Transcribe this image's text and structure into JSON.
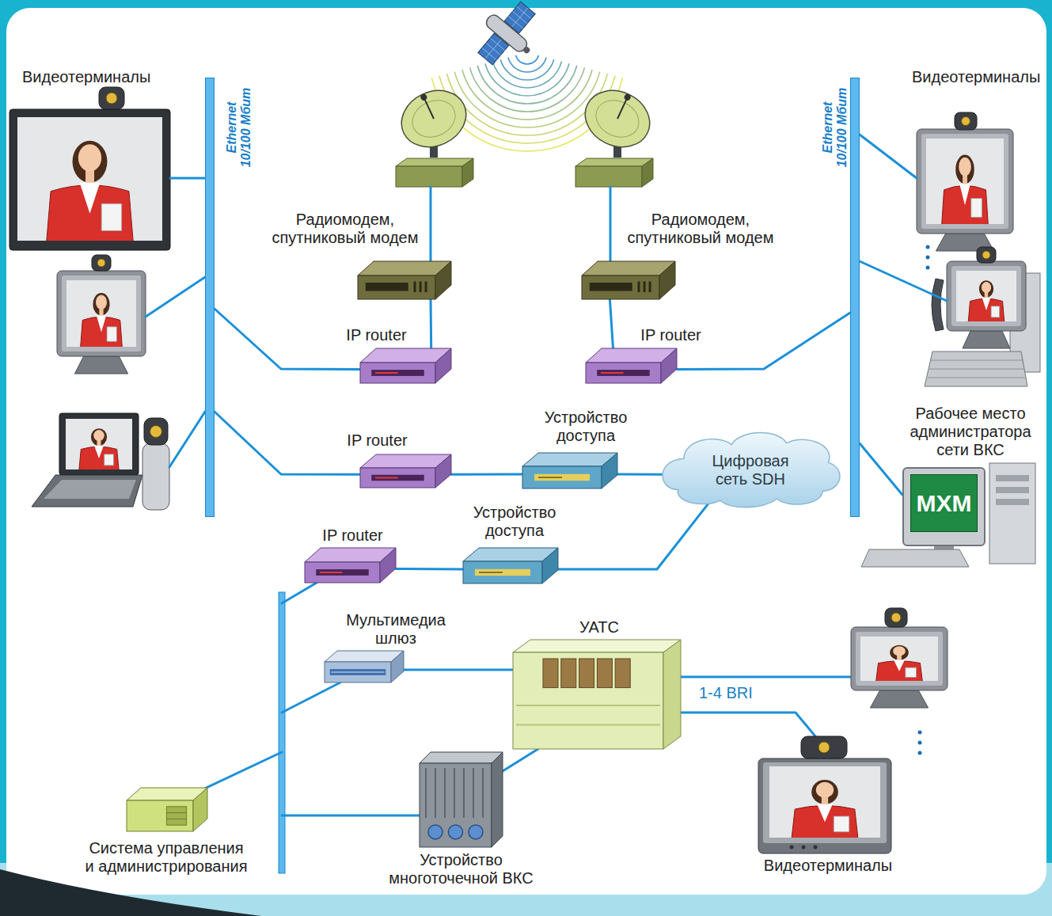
{
  "diagram": {
    "nodes": [
      {
        "text": [
          "Ethernet 10/100 Мбит"
        ]
      },
      {
        "text": [
          "Радиомодем, спутниковый модем"
        ]
      },
      {
        "text": [
          "Радиомодем, спутниковый модем"
        ]
      },
      {
        "text": [
          "Ethernet 10/100 Мбит"
        ]
      },
      {
        "text": [
          "IP router"
        ]
      },
      {
        "text": [
          "IP router"
        ]
      },
      {
        "text": [
          "Устройство доступа"
        ]
      },
      {
        "text": [
          "IP router"
        ]
      },
      {
        "text": [
          "Рабочее место администратора сети ВКС",
          "MXM"
        ]
      },
      {
        "text": [
          "Цифровая сеть SDH"
        ]
      },
      {
        "text": [
          "IP router"
        ]
      },
      {
        "text": [
          "Устройство доступа"
        ]
      },
      {
        "text": [
          "Мультимедиа шлюз"
        ]
      },
      {
        "text": [
          "УАТС"
        ]
      },
      {
        "text": [
          "Система управления и администрирования"
        ]
      },
      {
        "text": [
          "Устройство многоточечной ВКС"
        ]
      }
    ],
    "edges": [
      {
        "from": 1,
        "to": 4,
        "arrow": "none"
      },
      {
        "from": 0,
        "to": 4,
        "arrow": "none"
      },
      {
        "from": 2,
        "to": 5,
        "arrow": "none"
      },
      {
        "from": 5,
        "to": 3,
        "arrow": "none"
      },
      {
        "from": 0,
        "to": 7,
        "arrow": "none"
      },
      {
        "from": 7,
        "to": 6,
        "arrow": "none"
      },
      {
        "from": 6,
        "to": 9,
        "arrow": "none"
      },
      {
        "from": 9,
        "to": 11,
        "arrow": "none"
      },
      {
        "from": 11,
        "to": 10,
        "arrow": "none"
      },
      {
        "from": 12,
        "to": 13,
        "arrow": "none"
      },
      {
        "from": 13,
        "to": 15,
        "arrow": "none"
      },
      {
        "from": 3,
        "to": 8,
        "arrow": "none"
      }
    ],
    "labels": [
      "Видеотерминалы",
      "Видеотерминалы",
      "1-4 BRI",
      "Видеотерминалы"
    ]
  }
}
